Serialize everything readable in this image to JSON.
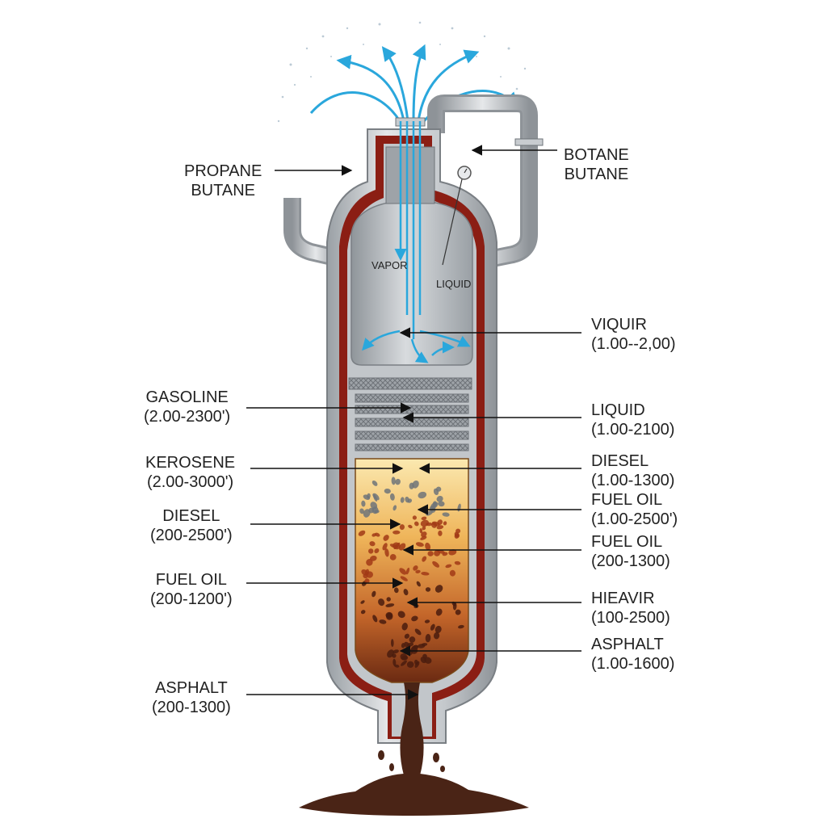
{
  "colors": {
    "steel": "#b9bdc1",
    "steel_dark": "#8e9398",
    "lining": "#8b1e14",
    "vapor_arrow": "#2aa7dc",
    "oil_top": "#f6d98a",
    "oil_mid": "#d98a2a",
    "oil_bottom": "#6b2a12",
    "asphalt": "#4a2416"
  },
  "inner_labels": {
    "vapor": "VAPOR",
    "liquid": "LIQUID"
  },
  "labels_left": [
    {
      "line1": "PROPANE",
      "line2": "BUTANE"
    },
    {
      "line1": "GASOLINE",
      "line2": "(2.00-2300')"
    },
    {
      "line1": "KEROSENE",
      "line2": "(2.00-3000')"
    },
    {
      "line1": "DIESEL",
      "line2": "(200-2500')"
    },
    {
      "line1": "FUEL OIL",
      "line2": "(200-1200')"
    },
    {
      "line1": "ASPHALT",
      "line2": "(200-1300)"
    }
  ],
  "labels_right": [
    {
      "line1": "BOTANE",
      "line2": "BUTANE"
    },
    {
      "line1": "VIQUIR",
      "line2": "(1.00--2,00)"
    },
    {
      "line1": "LIQUID",
      "line2": "(1.00-2100)"
    },
    {
      "line1": "DIESEL",
      "line2": "(1.00-1300)"
    },
    {
      "line1": "FUEL OIL",
      "line2": "(1.00-2500')"
    },
    {
      "line1": "FUEL OIL",
      "line2": "(200-1300)"
    },
    {
      "line1": "HIEAVIR",
      "line2": "(100-2500)"
    },
    {
      "line1": "ASPHALT",
      "line2": "(1.00-1600)"
    }
  ]
}
